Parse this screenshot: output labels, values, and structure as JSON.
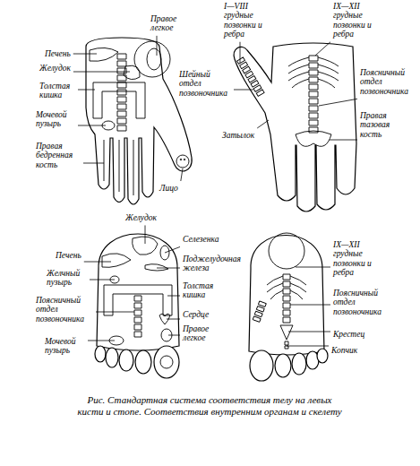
{
  "diagram": {
    "caption": "Рис. Стандартная система соответствия телу на левых кисти и стопе. Соответствия внутренним органам и скелету",
    "labels": [
      "Правое легкое",
      "Печень",
      "Желудок",
      "Толстая кишка",
      "Мочевой пузырь",
      "Правая бедренная кость",
      "Лицо",
      "I—VIII грудные позвонки и ребра",
      "IX—XII грудные позвонки и ребра",
      "Шейный отдел позвоночника",
      "Поясничный отдел позвоночника",
      "Правая тазовая кость",
      "Затылок",
      "Желудок",
      "Селезенка",
      "Печень",
      "Поджелудочная железа",
      "Желчный пузырь",
      "Толстая кишка",
      "Поясничный отдел позвоночника",
      "Сердце",
      "Правое легкое",
      "Мочевой пузырь",
      "IX—XII грудные позвонки и ребра",
      "Поясничный отдел позвоночника",
      "Крестец",
      "Копчик"
    ]
  }
}
